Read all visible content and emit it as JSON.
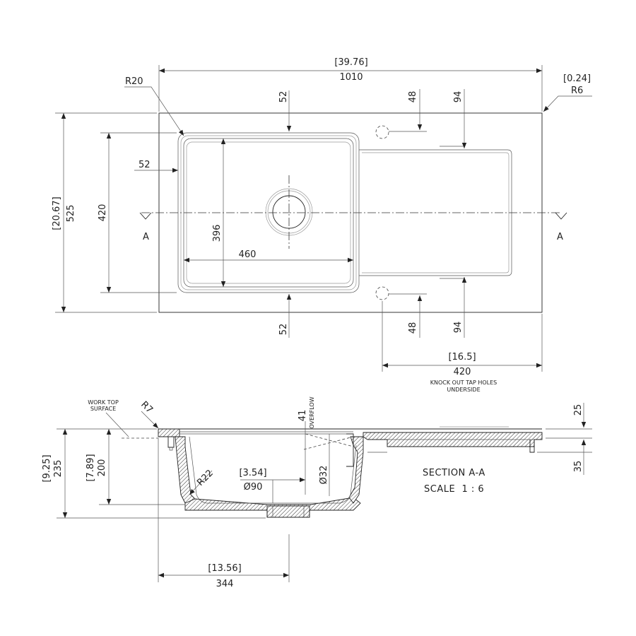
{
  "plan": {
    "overall_width_in": "[39.76]",
    "overall_width_mm": "1010",
    "corner_radius_in": "[0.24]",
    "corner_radius_mm": "R6",
    "bowl_corner_radius": "R20",
    "overall_depth_in": "[20.67]",
    "overall_depth_mm": "525",
    "bowl_depth_outer": "420",
    "bowl_depth_inner": "396",
    "bowl_width": "460",
    "bowl_side_margin": "52",
    "bowl_top_margin": "52",
    "bowl_bottom_margin": "52",
    "tap_hole_top_offset": "48",
    "tap_hole_bottom_offset": "48",
    "drainer_top_offset": "94",
    "drainer_bottom_offset": "94",
    "section_marker_left": "A",
    "section_marker_right": "A",
    "tap_holes_span_in": "[16.5]",
    "tap_holes_span_mm": "420",
    "tap_hole_note_line1": "KNOCK OUT TAP HOLES",
    "tap_hole_note_line2": "UNDERSIDE"
  },
  "section": {
    "worktop_label_line1": "WORK TOP",
    "worktop_label_line2": "SURFACE",
    "lip_radius": "R7",
    "overflow_value": "41",
    "overflow_label": "OVERFLOW",
    "overflow_dia": "Ø32",
    "waste_dia_in": "[3.54]",
    "waste_dia_mm": "Ø90",
    "inner_radius": "R22",
    "total_height_in": "[9.25]",
    "total_height_mm": "235",
    "bowl_height_in": "[7.89]",
    "bowl_height_mm": "200",
    "top_thickness": "25",
    "drainer_thickness": "35",
    "waste_offset_in": "[13.56]",
    "waste_offset_mm": "344",
    "title": "SECTION A-A",
    "scale": "SCALE  1 : 6"
  }
}
